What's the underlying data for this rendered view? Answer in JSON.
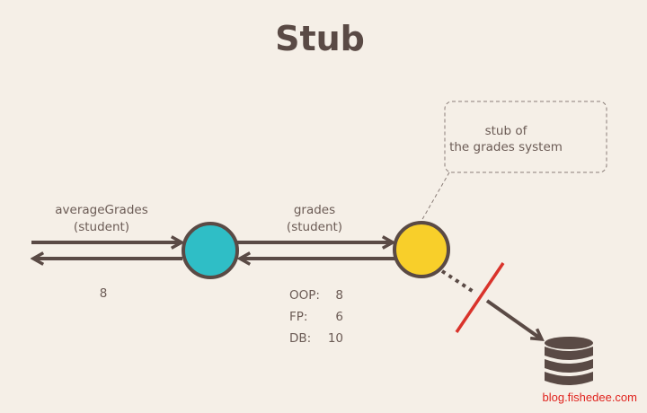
{
  "title": "Stub",
  "callout": {
    "line1": "stub of",
    "line2": "the grades system"
  },
  "left_call": {
    "method": "averageGrades",
    "arg": "(student)",
    "result": "8"
  },
  "right_call": {
    "method": "grades",
    "arg": "(student)"
  },
  "grades_result": [
    {
      "subject": "OOP:",
      "value": "8"
    },
    {
      "subject": "FP:",
      "value": "6"
    },
    {
      "subject": "DB:",
      "value": "10"
    }
  ],
  "watermark": "blog.fishedee.com",
  "colors": {
    "background": "#f5efe7",
    "ink": "#5a4a45",
    "client_node": "#2fbec6",
    "stub_node": "#f8cf2a",
    "cut_line": "#d9332b"
  },
  "icons": {
    "database": "database-icon"
  }
}
